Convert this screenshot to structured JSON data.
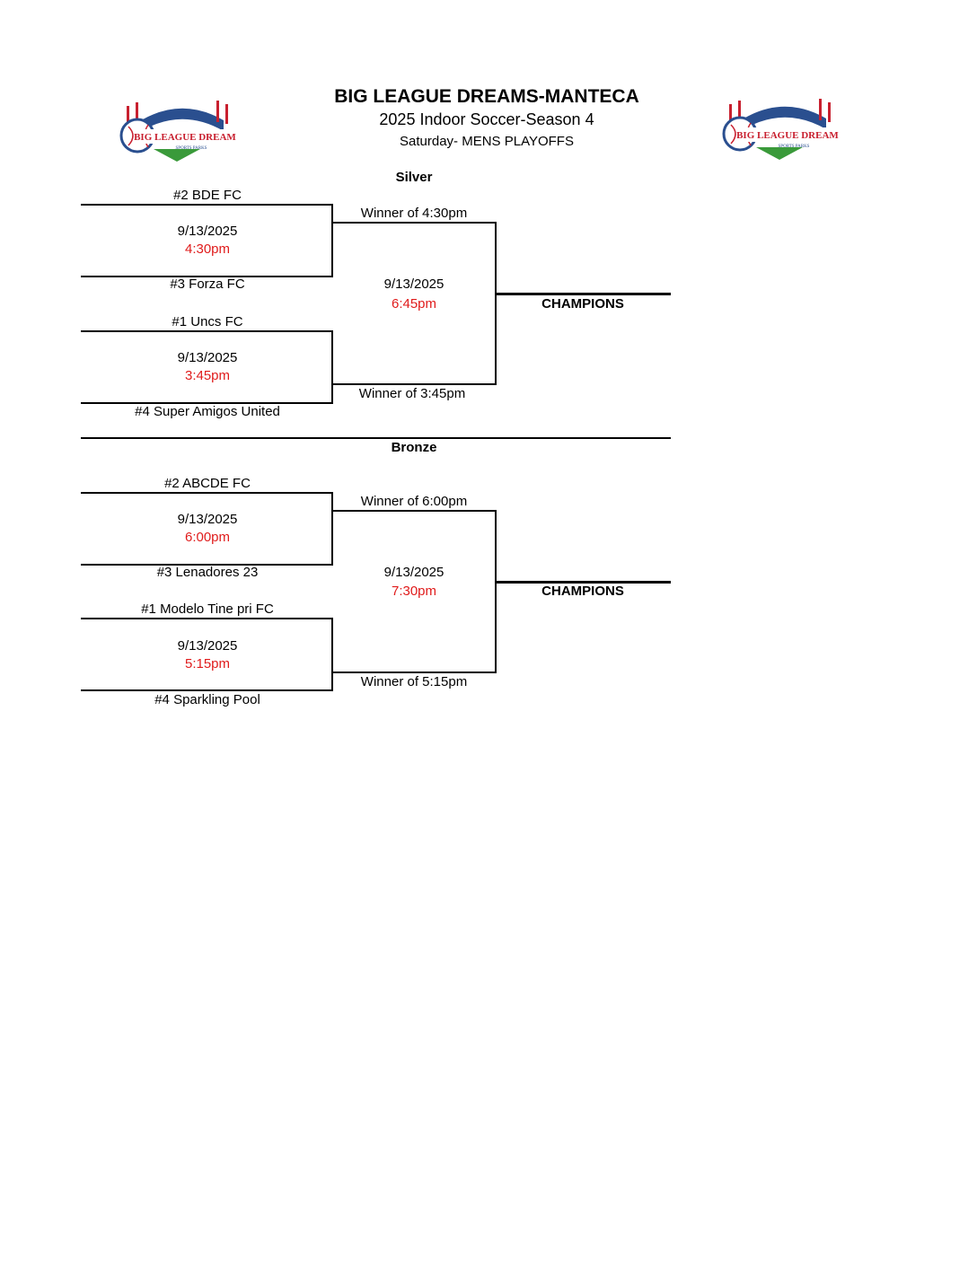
{
  "header": {
    "title": "BIG LEAGUE DREAMS-MANTECA",
    "subtitle": "2025 Indoor Soccer-Season 4",
    "subtitle2": "Saturday- MENS  PLAYOFFS",
    "logo_text": "BIG LEAGUE DREAMS",
    "logo_subtext": "SPORTS PARKS"
  },
  "brackets": [
    {
      "division": "Silver",
      "games": [
        {
          "team_top": "#2 BDE FC",
          "team_bottom": "#3 Forza FC",
          "date": "9/13/2025",
          "time": "4:30pm"
        },
        {
          "team_top": "#1 Uncs FC",
          "team_bottom": "#4 Super Amigos United",
          "date": "9/13/2025",
          "time": "3:45pm"
        }
      ],
      "final": {
        "top_label": "Winner of 4:30pm",
        "bottom_label": "Winner of 3:45pm",
        "date": "9/13/2025",
        "time": "6:45pm"
      },
      "champion_label": "CHAMPIONS"
    },
    {
      "division": "Bronze",
      "games": [
        {
          "team_top": "#2 ABCDE FC",
          "team_bottom": "#3 Lenadores 23",
          "date": "9/13/2025",
          "time": "6:00pm"
        },
        {
          "team_top": "#1 Modelo Tine pri FC",
          "team_bottom": "#4 Sparkling Pool",
          "date": "9/13/2025",
          "time": "5:15pm"
        }
      ],
      "final": {
        "top_label": "Winner of 6:00pm",
        "bottom_label": "Winner of 5:15pm",
        "date": "9/13/2025",
        "time": "7:30pm"
      },
      "champion_label": "CHAMPIONS"
    }
  ],
  "colors": {
    "time": "#e01b1b",
    "logo_blue": "#2a4f8f",
    "logo_red": "#c8202f",
    "logo_green": "#3a9a3a"
  }
}
